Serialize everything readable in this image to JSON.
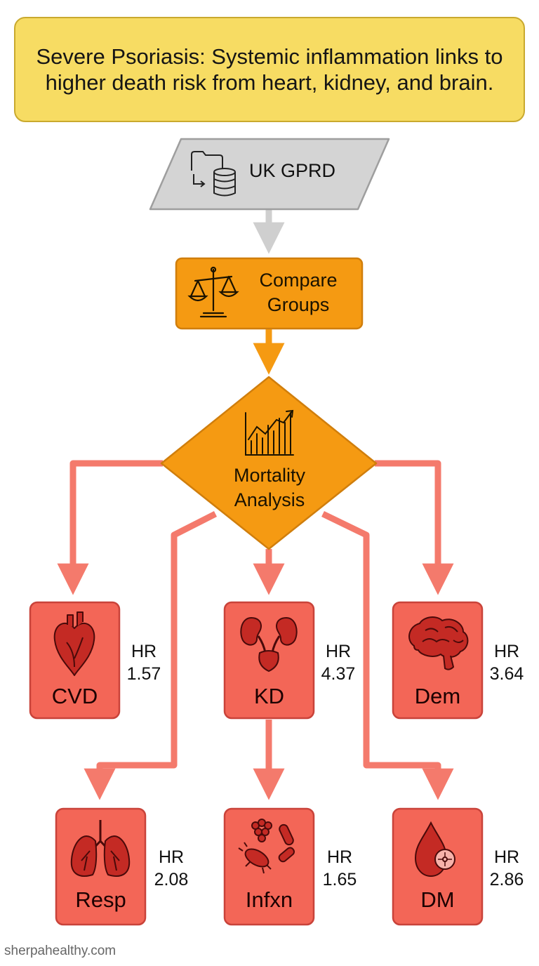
{
  "header": {
    "title": "Severe Psoriasis: Systemic inflammation links to higher death risk from heart, kidney, and brain."
  },
  "flow": {
    "source_label": "UK GPRD",
    "process_label": "Compare Groups",
    "decision_label": "Mortality Analysis"
  },
  "outcomes": [
    {
      "name": "CVD",
      "hr_label": "HR",
      "hr_value": "1.57",
      "icon": "heart-icon"
    },
    {
      "name": "KD",
      "hr_label": "HR",
      "hr_value": "4.37",
      "icon": "kidney-icon"
    },
    {
      "name": "Dem",
      "hr_label": "HR",
      "hr_value": "3.64",
      "icon": "brain-icon"
    },
    {
      "name": "Resp",
      "hr_label": "HR",
      "hr_value": "2.08",
      "icon": "lungs-icon"
    },
    {
      "name": "Infxn",
      "hr_label": "HR",
      "hr_value": "1.65",
      "icon": "microbe-icon"
    },
    {
      "name": "DM",
      "hr_label": "HR",
      "hr_value": "2.86",
      "icon": "blood-drop-icon"
    }
  ],
  "footer": {
    "text": "sherpahealthy.com"
  },
  "colors": {
    "title_bg": "#f7dc63",
    "source_bg": "#d4d4d4",
    "process_bg": "#f59a12",
    "outcome_bg": "#f36657",
    "arrow_red": "#f47a6c",
    "arrow_gray": "#cfcfcf"
  }
}
